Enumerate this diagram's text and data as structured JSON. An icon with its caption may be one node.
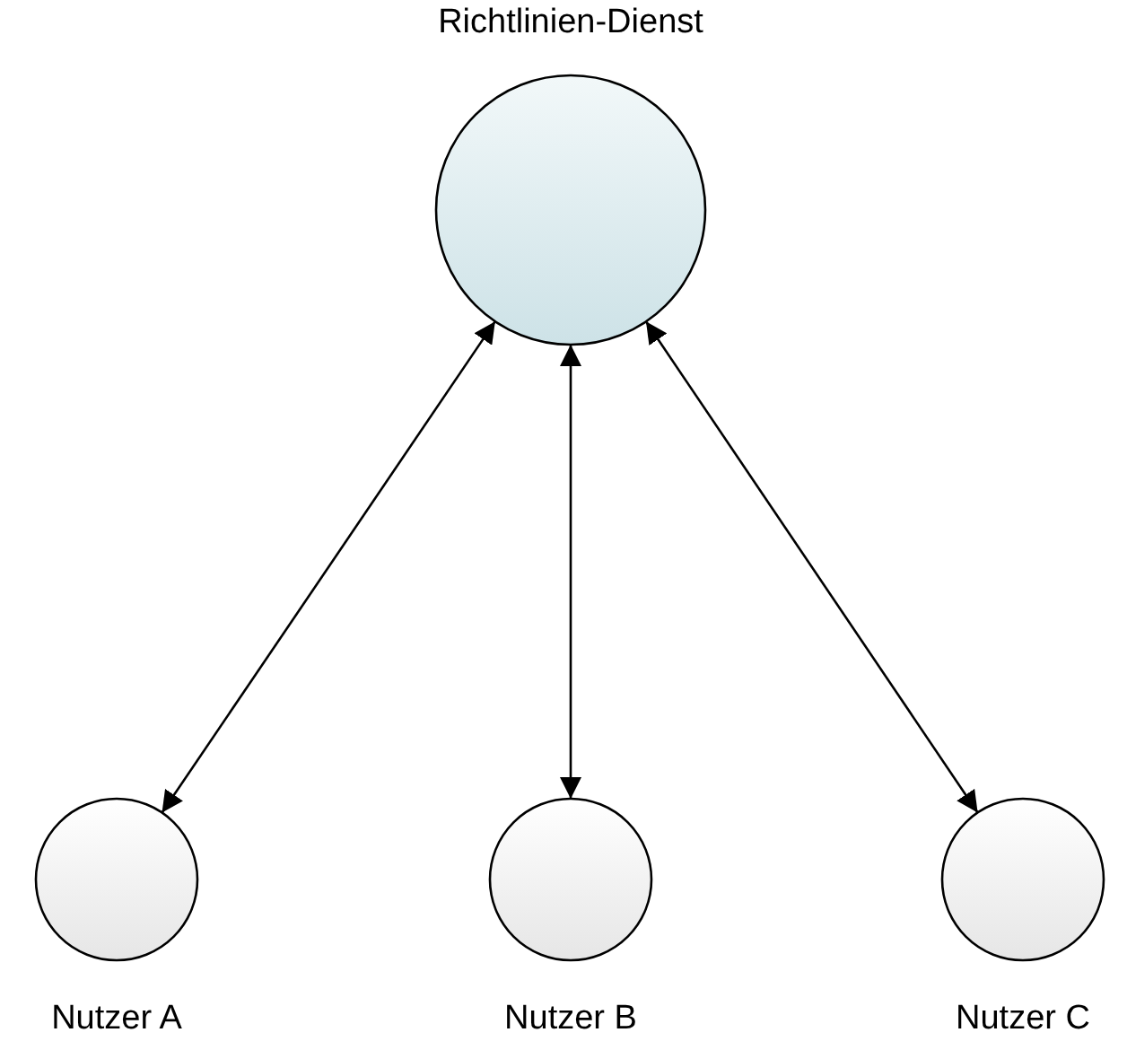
{
  "diagram": {
    "nodes": [
      {
        "text": [
          "Richtlinien-Dienst"
        ]
      },
      {
        "text": [
          "Nutzer A"
        ]
      },
      {
        "text": [
          "Nutzer B"
        ]
      },
      {
        "text": [
          "Nutzer C"
        ]
      }
    ],
    "edges": [
      {
        "from": 0,
        "to": 1,
        "arrow": "both"
      },
      {
        "from": 0,
        "to": 2,
        "arrow": "both"
      },
      {
        "from": 0,
        "to": 3,
        "arrow": "both"
      }
    ]
  }
}
